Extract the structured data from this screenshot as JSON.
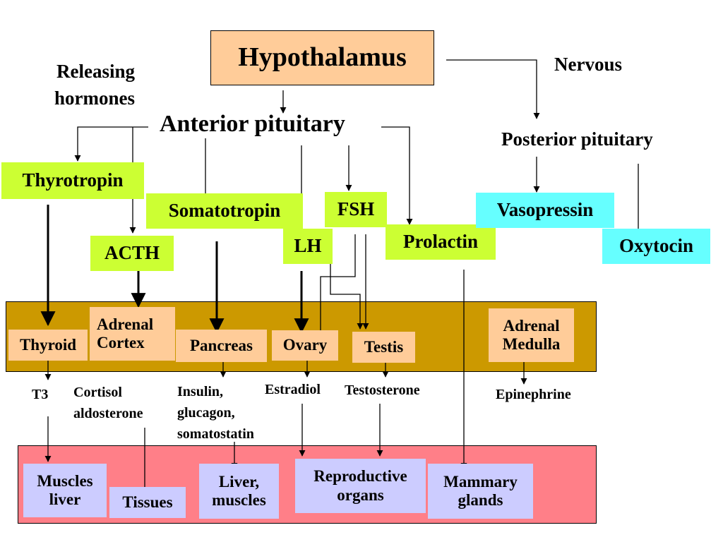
{
  "colors": {
    "hypothalamus": "#ffcc99",
    "anterior_hormone": "#ccff33",
    "posterior_hormone": "#66ffff",
    "gland_band": "#cc9900",
    "gland": "#ffcc99",
    "target_band": "#ff7f88",
    "target": "#ccccff"
  },
  "top": {
    "hypothalamus": "Hypothalamus",
    "releasing": "Releasing",
    "hormones": "hormones",
    "nervous": "Nervous",
    "anterior": "Anterior pituitary",
    "posterior": "Posterior pituitary"
  },
  "pituitary_hormones": {
    "thyrotropin": "Thyrotropin",
    "acth": "ACTH",
    "somatotropin": "Somatotropin",
    "lh": "LH",
    "fsh": "FSH",
    "prolactin": "Prolactin",
    "vasopressin": "Vasopressin",
    "oxytocin": "Oxytocin"
  },
  "glands": {
    "thyroid": "Thyroid",
    "adrenal_cortex_1": "Adrenal",
    "adrenal_cortex_2": "Cortex",
    "pancreas": "Pancreas",
    "ovary": "Ovary",
    "testis": "Testis",
    "adrenal_medulla_1": "Adrenal",
    "adrenal_medulla_2": "Medulla"
  },
  "secreted": {
    "t3": "T3",
    "cortisol_1": "Cortisol",
    "cortisol_2": "aldosterone",
    "insulin_1": "Insulin,",
    "insulin_2": "glucagon,",
    "insulin_3": "somatostatin",
    "estradiol": "Estradiol",
    "testosterone": "Testosterone",
    "epinephrine": "Epinephrine"
  },
  "targets": {
    "muscles_liver_1": "Muscles",
    "muscles_liver_2": "liver",
    "tissues": "Tissues",
    "liver_muscles_1": "Liver,",
    "liver_muscles_2": "muscles",
    "reproductive_1": "Reproductive",
    "reproductive_2": "organs",
    "mammary_1": "Mammary",
    "mammary_2": "glands"
  }
}
